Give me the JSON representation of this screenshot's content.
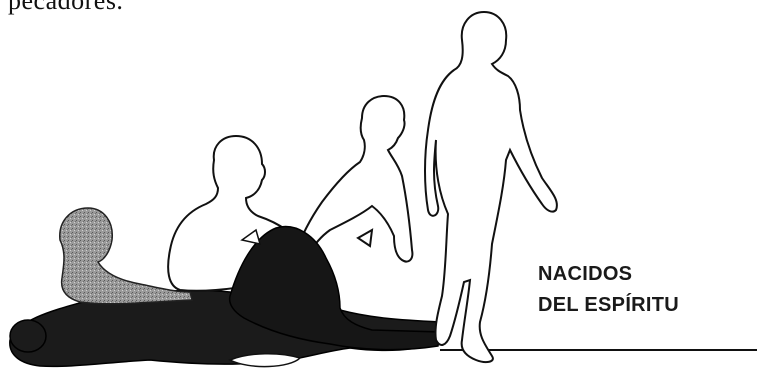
{
  "document": {
    "top_text_fragment": "pecadores.",
    "caption": {
      "line1": "NACIDOS",
      "line2": "DEL ESPÍRITU"
    }
  },
  "colors": {
    "ink": "#111111",
    "figure_gray": "#8f8f8f",
    "figure_dark": "#1b1b1b"
  }
}
